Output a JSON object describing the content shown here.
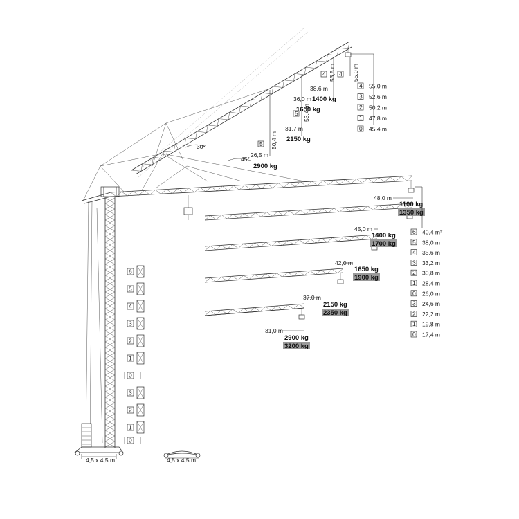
{
  "luffing": {
    "angle_30": "30°",
    "angle_45": "45°",
    "labels": [
      {
        "id": "rad-55",
        "text": "55,0 m"
      },
      {
        "id": "rad-53",
        "text": "53,5 m"
      },
      {
        "id": "rad-534",
        "text": "53,4 m"
      },
      {
        "id": "rad-504",
        "text": "50,4 m"
      },
      {
        "id": "rad-386",
        "text": "38,6 m"
      },
      {
        "id": "rad-360",
        "text": "36,0 m"
      },
      {
        "id": "rad-317",
        "text": "31,7 m"
      },
      {
        "id": "rad-265",
        "text": "26,5 m"
      },
      {
        "id": "load-1400",
        "text": "1400 kg"
      },
      {
        "id": "load-1650",
        "text": "1650 kg"
      },
      {
        "id": "load-2150",
        "text": "2150 kg"
      },
      {
        "id": "load-2900",
        "text": "2900 kg"
      },
      {
        "id": "box-4a",
        "text": "4"
      },
      {
        "id": "box-4b",
        "text": "4"
      },
      {
        "id": "box-5a",
        "text": "5"
      },
      {
        "id": "box-5b",
        "text": "5"
      }
    ],
    "height_table": [
      {
        "box": "4",
        "value": "55,0 m"
      },
      {
        "box": "3",
        "value": "52,6 m"
      },
      {
        "box": "2",
        "value": "50,2 m"
      },
      {
        "box": "1",
        "value": "47,8 m"
      },
      {
        "box": "0",
        "value": "45,4 m"
      }
    ]
  },
  "jibs": [
    {
      "radius": "48,0 m",
      "load": "1100 kg",
      "load_hl": "1350 kg"
    },
    {
      "radius": "45,0 m",
      "load": "1400 kg",
      "load_hl": "1700 kg"
    },
    {
      "radius": "42,0 m",
      "load": "1650 kg",
      "load_hl": "1900 kg"
    },
    {
      "radius": "37,0 m",
      "load": "2150 kg",
      "load_hl": "2350 kg"
    },
    {
      "radius": "31,0 m",
      "load": "2900 kg",
      "load_hl": "3200 kg"
    }
  ],
  "height_table_right": [
    {
      "box": "6",
      "value": "40,4 m*"
    },
    {
      "box": "5",
      "value": "38,0 m"
    },
    {
      "box": "4",
      "value": "35,6 m"
    },
    {
      "box": "3",
      "value": "33,2 m"
    },
    {
      "box": "2",
      "value": "30,8 m"
    },
    {
      "box": "1",
      "value": "28,4 m"
    },
    {
      "box": "0",
      "value": "26,0 m"
    },
    {
      "box": "3",
      "value": "24,6 m"
    },
    {
      "box": "2",
      "value": "22,2 m"
    },
    {
      "box": "1",
      "value": "19,8 m"
    },
    {
      "box": "0",
      "value": "17,4 m"
    }
  ],
  "tower_sections": [
    "6",
    "5",
    "4",
    "3",
    "2",
    "1",
    "0",
    "3",
    "2",
    "1",
    "0"
  ],
  "base_labels": [
    "4,5 x 4,5 m",
    "4,5 x 4,5 m"
  ]
}
